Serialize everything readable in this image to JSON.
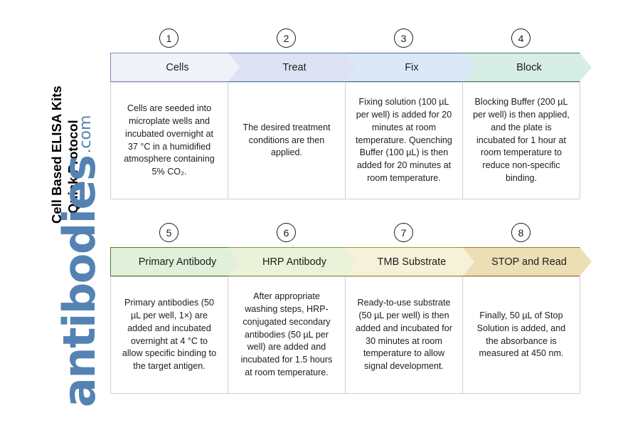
{
  "title": {
    "line1": "Cell Based ELISA Kits",
    "line2": "Quick Protocol"
  },
  "logo": {
    "word": "antibodies",
    "suffix": ".com",
    "color": "#5483b3"
  },
  "diagram": {
    "type": "chevron-process-flow",
    "rows": [
      {
        "steps": [
          {
            "number": "1",
            "label": "Cells",
            "fill": "#eff2f8",
            "stroke": "#7d93b5",
            "body": "Cells are seeded into microplate wells and incubated overnight at 37 °C in a humidified atmosphere containing 5% CO₂."
          },
          {
            "number": "2",
            "label": "Treat",
            "fill": "#dde3f5",
            "stroke": "#5d7cb8",
            "body": "The desired treatment conditions are then applied."
          },
          {
            "number": "3",
            "label": "Fix",
            "fill": "#dbe8f7",
            "stroke": "#3f6f96",
            "body": "Fixing solution (100 µL per well) is added for 20 minutes at room temperature. Quenching Buffer (100 µL) is then added for 20 minutes at room temperature."
          },
          {
            "number": "4",
            "label": "Block",
            "fill": "#d6eee6",
            "stroke": "#3e7d72",
            "body": "Blocking Buffer (200 µL per well) is then applied, and the plate is incubated for 1 hour at room temperature to reduce non-specific binding."
          }
        ]
      },
      {
        "steps": [
          {
            "number": "5",
            "label": "Primary Antibody",
            "fill": "#e0f0da",
            "stroke": "#4a7d31",
            "body": "Primary antibodies (50 µL per well, 1×) are added and incubated overnight at 4 °C to allow specific binding to the target antigen."
          },
          {
            "number": "6",
            "label": "HRP Antibody",
            "fill": "#eaf2da",
            "stroke": "#8a9a31",
            "body": "After appropriate washing steps, HRP-conjugated secondary antibodies (50 µL per well) are added and incubated for 1.5 hours at room temperature."
          },
          {
            "number": "7",
            "label": "TMB Substrate",
            "fill": "#f6f2da",
            "stroke": "#a8912f",
            "body": "Ready-to-use substrate (50 µL per well) is then added and incubated for 30 minutes at room temperature to allow signal development."
          },
          {
            "number": "8",
            "label": "STOP and Read",
            "fill": "#ecdfb5",
            "stroke": "#9c7c2a",
            "body": "Finally, 50 µL of Stop Solution is added, and the absorbance is measured at 450 nm."
          }
        ]
      }
    ]
  }
}
